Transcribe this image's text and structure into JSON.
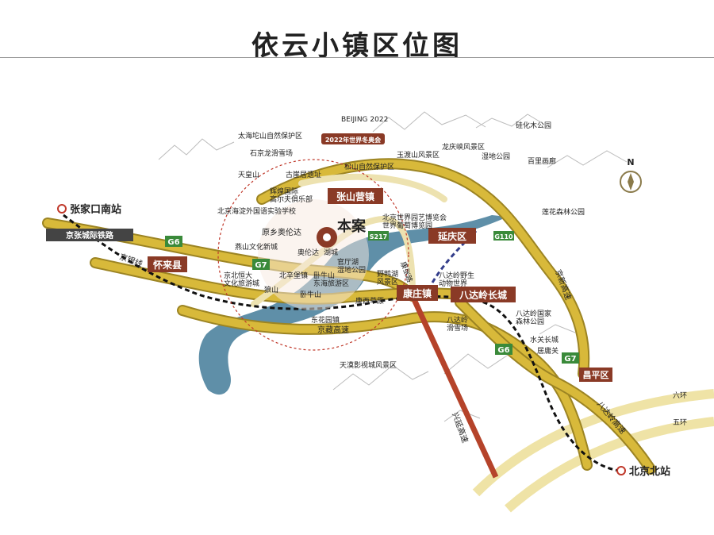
{
  "title": "依云小镇区位图",
  "olympic": {
    "logo_text": "BEIJING 2022",
    "banner": "2022年世界冬奥会"
  },
  "project": {
    "label": "本案",
    "ring_label": "原乡奥伦达"
  },
  "towns": {
    "zhangshanying": "张山营镇",
    "yanqing": "延庆区",
    "kangzhuang": "康庄镇",
    "badaling": "八达岭长城",
    "huailai": "怀来县",
    "changping": "昌平区"
  },
  "stations": {
    "zhangjiakou_south": "张家口南站",
    "beijing_north": "北京北站",
    "railway": "京张城际铁路"
  },
  "road_shields": {
    "g6_left": "G6",
    "g7_left": "G7",
    "s217": "S217",
    "g110": "G110",
    "g6_right": "G6",
    "g7_right": "G7"
  },
  "road_labels": {
    "jingbao": "京银线",
    "jingzang": "京藏高速",
    "xingyan": "兴延高速",
    "jingxin": "京新高速",
    "badaling_gs": "八达岭高速",
    "kangzhuang_rd": "康张路",
    "ring6": "六环",
    "ring5": "五环"
  },
  "places": {
    "taihang": "太海坨山自然保护区",
    "shiyinglong": "石京龙滑雪场",
    "tianhuang": "天皇山",
    "guyaju": "古崖居遗址",
    "songshan": "松山自然保护区",
    "yudushan": "玉渡山风景区",
    "longqing": "龙庆峡风景区",
    "shidi": "湿地公园",
    "guihuamu": "硅化木公园",
    "baili": "百里画廊",
    "lianhua": "莲花森林公园",
    "haidian_school": "北京海淀外国语实验学校",
    "guoji_club": "辉煌国际\n高尔夫俱乐部",
    "yanshan_city": "燕山文化新城",
    "aolunda": "奥伦达",
    "hucheng": "湖城",
    "guanting": "官厅湖\n湿地公园",
    "yeya": "野鸭湖\n风景区",
    "expo": "北京世界园艺博览会\n世界葡萄博览园",
    "hengda": "京北恒大\n文化旅游城",
    "xinbao": "北辛堡镇",
    "langshan": "狼山",
    "woniushan": "卧牛山",
    "woniu_east": "卧牛山\n东海旅游区",
    "kangxi": "康西草原",
    "donghua": "东花园镇",
    "tianmo": "天漠影视城风景区",
    "bada_zoo": "八达岭野生\n动物世界",
    "bada_ski": "八达岭\n滑雪场",
    "bada_forest": "八达岭国家\n森林公园",
    "shuiguan": "水关长城",
    "juyong": "居庸关"
  },
  "compass": "N",
  "colors": {
    "road": "#d8b93a",
    "road_edge": "#9c8423",
    "lake": "#5f8fa8",
    "tag": "#8a3a26",
    "shield": "#3a8a3a",
    "xingyan": "#b5432a"
  }
}
